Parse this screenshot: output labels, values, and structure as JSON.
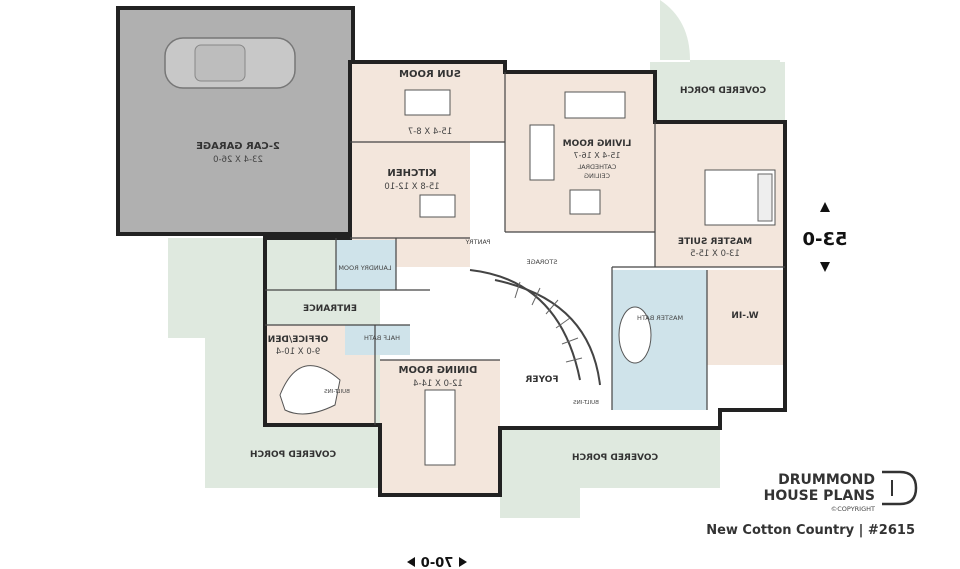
{
  "rooms": {
    "garage": {
      "name": "2-CAR GARAGE",
      "dims": "23-4 X 26-0"
    },
    "sun_room": {
      "name": "SUN ROOM",
      "dims": "15-4 X 8-7"
    },
    "kitchen": {
      "name": "KITCHEN",
      "dims": "15-8 X 12-10"
    },
    "living_room": {
      "name": "LIVING ROOM",
      "dims": "15-4 X 16-7",
      "note1": "CATHEDRAL",
      "note2": "CEILING"
    },
    "master_suite": {
      "name": "MASTER SUITE",
      "dims": "13-0 X 15-5"
    },
    "dining_room": {
      "name": "DINING ROOM",
      "dims": "12-0 X 14-4"
    },
    "office": {
      "name": "OFFICE/DEN",
      "dims": "9-0 X 10-4"
    },
    "laundry": {
      "name": "LAUNDRY ROOM"
    },
    "half_bath": {
      "name": "HALF BATH"
    },
    "entrance": {
      "name": "ENTRANCE"
    },
    "foyer": {
      "name": "FOYER"
    },
    "pantry": {
      "name": "PANTRY"
    },
    "storage": {
      "name": "STORAGE"
    },
    "master_bath": {
      "name": "MASTER BATH"
    },
    "walk_in": {
      "name": "W.-IN"
    },
    "porch_right": {
      "name": "COVERED PORCH"
    },
    "porch_left": {
      "name": "COVERED PORCH"
    },
    "porch_center": {
      "name": "COVERED PORCH"
    },
    "built_ins_office": {
      "name": "BUILT-INS"
    },
    "built_ins_foyer": {
      "name": "BUILT-INS"
    }
  },
  "dimensions": {
    "width": "70-0",
    "depth": "53-0"
  },
  "brand": {
    "line1": "DRUMMOND",
    "line2": "HOUSE PLANS",
    "copyright": "©COPYRIGHT"
  },
  "plan_title": "New Cotton Country | #2615",
  "colors": {
    "garage": "#b0b0b0",
    "room_beige": "#f3e6dc",
    "porch_green": "#dfe9df",
    "bath_blue": "#cfe3ea",
    "wall": "#222222"
  }
}
